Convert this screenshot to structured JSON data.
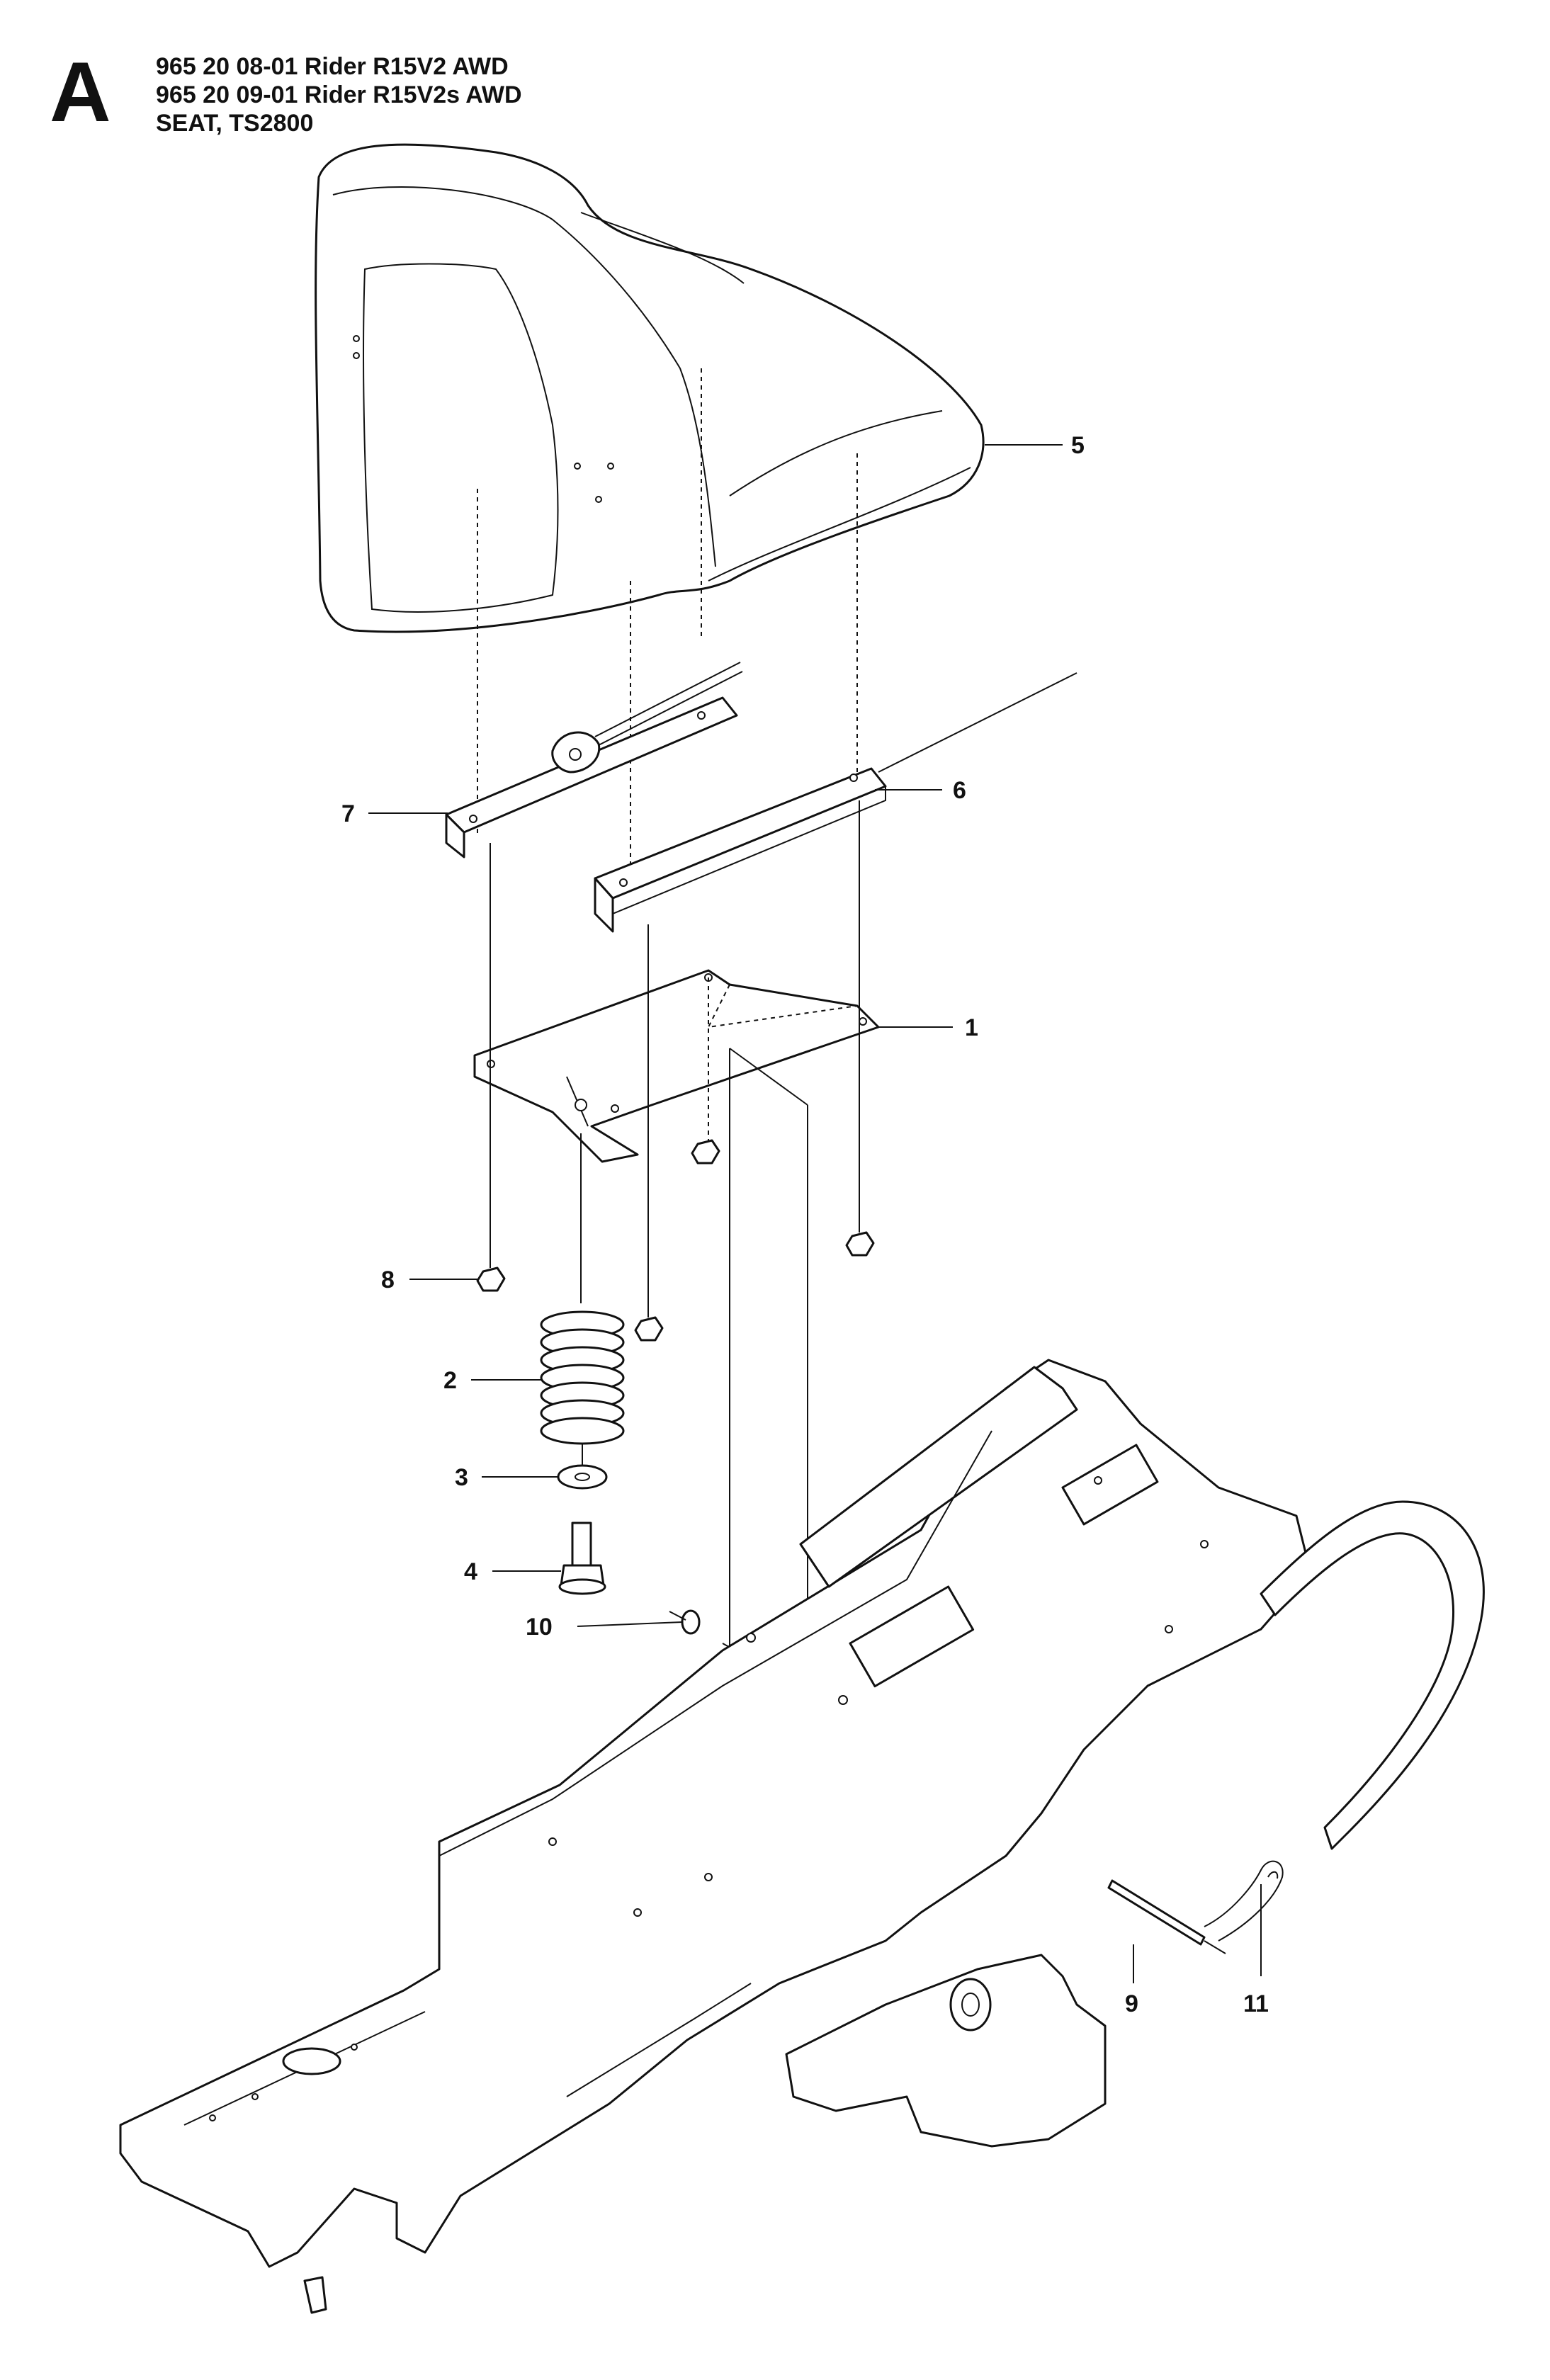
{
  "header": {
    "section_letter": "A",
    "lines": [
      "965 20 08-01 Rider R15V2 AWD",
      "965 20 09-01 Rider R15V2s AWD",
      "SEAT, TS2800"
    ]
  },
  "callouts": [
    {
      "id": "5",
      "label": "5"
    },
    {
      "id": "6",
      "label": "6"
    },
    {
      "id": "7",
      "label": "7"
    },
    {
      "id": "1",
      "label": "1"
    },
    {
      "id": "8",
      "label": "8"
    },
    {
      "id": "2",
      "label": "2"
    },
    {
      "id": "3",
      "label": "3"
    },
    {
      "id": "4",
      "label": "4"
    },
    {
      "id": "10",
      "label": "10"
    },
    {
      "id": "9",
      "label": "9"
    },
    {
      "id": "11",
      "label": "11"
    }
  ],
  "parts": [
    {
      "label": "5",
      "icon": "seat-icon"
    },
    {
      "label": "6",
      "icon": "seat-rail-right-icon"
    },
    {
      "label": "7",
      "icon": "seat-rail-left-adjuster-icon"
    },
    {
      "label": "1",
      "icon": "seat-plate-icon"
    },
    {
      "label": "8",
      "icon": "nut-icon"
    },
    {
      "label": "2",
      "icon": "coil-spring-icon"
    },
    {
      "label": "3",
      "icon": "washer-icon"
    },
    {
      "label": "4",
      "icon": "bolt-icon"
    },
    {
      "label": "10",
      "icon": "washer-icon"
    },
    {
      "label": "9",
      "icon": "pivot-pin-icon"
    },
    {
      "label": "11",
      "icon": "hair-pin-clip-icon"
    }
  ]
}
